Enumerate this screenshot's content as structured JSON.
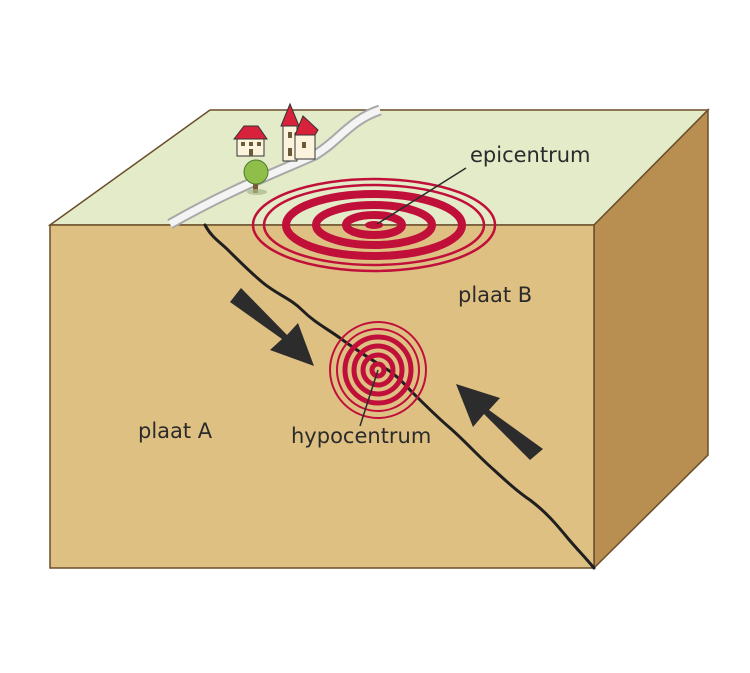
{
  "labels": {
    "epicenter": "epicentrum",
    "hypocenter": "hypocentrum",
    "plate_a": "plaat A",
    "plate_b": "plaat B"
  },
  "colors": {
    "front_face": "#dfc083",
    "side_face": "#b98f51",
    "top_face": "#e3ebc9",
    "outline": "#6b4e2a",
    "fault": "#1f1f1f",
    "waves": "#c0103a",
    "arrows": "#2c2c2c",
    "road": "#c8c8c8",
    "roof": "#d8213a",
    "tree": "#8fbf4a"
  },
  "icons": {
    "house": "house-icon",
    "church": "church-icon",
    "tree": "tree-icon"
  }
}
